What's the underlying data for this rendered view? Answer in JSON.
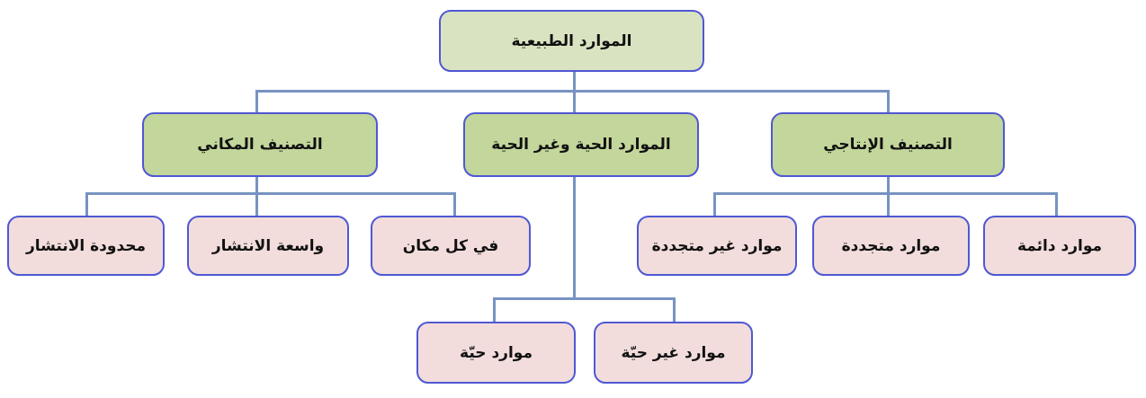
{
  "diagram": {
    "type": "tree",
    "language": "ar",
    "direction": "rtl",
    "title": "الموارد الطبيعية"
  },
  "colors": {
    "root_fill": "#d9e3c1",
    "branch_fill": "#c3d69b",
    "leaf_fill": "#f2dddc",
    "node_border": "#4f58d3",
    "connector": "#7793c1",
    "text": "#111111",
    "background": "#ffffff"
  },
  "nodes": {
    "root": "الموارد الطبيعية",
    "spatial": "التصنيف المكاني",
    "living_group": "الموارد الحية وغير الحية",
    "productive": "التصنيف الإنتاجي",
    "limited": "محدودة الانتشار",
    "wide": "واسعة الانتشار",
    "everywhere": "في كل مكان",
    "non_renewable": "موارد غير متجددة",
    "renewable": "موارد متجددة",
    "permanent": "موارد دائمة",
    "living": "موارد حيّة",
    "non_living": "موارد غير حيّة"
  },
  "hierarchy": {
    "الموارد الطبيعية": {
      "التصنيف المكاني": [
        "محدودة الانتشار",
        "واسعة الانتشار",
        "في كل مكان"
      ],
      "الموارد الحية وغير الحية": [
        "موارد حيّة",
        "موارد غير حيّة"
      ],
      "التصنيف الإنتاجي": [
        "موارد غير متجددة",
        "موارد متجددة",
        "موارد دائمة"
      ]
    }
  }
}
